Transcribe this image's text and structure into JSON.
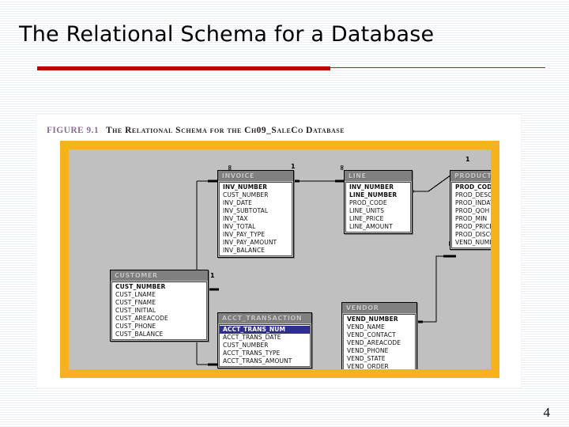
{
  "slide": {
    "title": "The Relational Schema for a Database",
    "page_number": "4",
    "accent_color": "#c00000"
  },
  "figure": {
    "caption_number": "FIGURE 9.1",
    "caption_text": "The Relational Schema for the Ch09_SaleCo Database",
    "frame_color": "#f5b11e",
    "canvas_color": "#c0c0c0"
  },
  "diagram": {
    "type": "relational-schema",
    "entities": [
      {
        "name": "CUSTOMER",
        "fields": [
          {
            "label": "CUST_NUMBER",
            "key": true,
            "selected": false
          },
          {
            "label": "CUST_LNAME",
            "key": false,
            "selected": false
          },
          {
            "label": "CUST_FNAME",
            "key": false,
            "selected": false
          },
          {
            "label": "CUST_INITIAL",
            "key": false,
            "selected": false
          },
          {
            "label": "CUST_AREACODE",
            "key": false,
            "selected": false
          },
          {
            "label": "CUST_PHONE",
            "key": false,
            "selected": false
          },
          {
            "label": "CUST_BALANCE",
            "key": false,
            "selected": false
          }
        ]
      },
      {
        "name": "INVOICE",
        "fields": [
          {
            "label": "INV_NUMBER",
            "key": true,
            "selected": false
          },
          {
            "label": "CUST_NUMBER",
            "key": false,
            "selected": false
          },
          {
            "label": "INV_DATE",
            "key": false,
            "selected": false
          },
          {
            "label": "INV_SUBTOTAL",
            "key": false,
            "selected": false
          },
          {
            "label": "INV_TAX",
            "key": false,
            "selected": false
          },
          {
            "label": "INV_TOTAL",
            "key": false,
            "selected": false
          },
          {
            "label": "INV_PAY_TYPE",
            "key": false,
            "selected": false
          },
          {
            "label": "INV_PAY_AMOUNT",
            "key": false,
            "selected": false
          },
          {
            "label": "INV_BALANCE",
            "key": false,
            "selected": false
          }
        ]
      },
      {
        "name": "LINE",
        "fields": [
          {
            "label": "INV_NUMBER",
            "key": true,
            "selected": false
          },
          {
            "label": "LINE_NUMBER",
            "key": true,
            "selected": false
          },
          {
            "label": "PROD_CODE",
            "key": false,
            "selected": false
          },
          {
            "label": "LINE_UNITS",
            "key": false,
            "selected": false
          },
          {
            "label": "LINE_PRICE",
            "key": false,
            "selected": false
          },
          {
            "label": "LINE_AMOUNT",
            "key": false,
            "selected": false
          }
        ]
      },
      {
        "name": "PRODUCT",
        "fields": [
          {
            "label": "PROD_CODE",
            "key": true,
            "selected": false
          },
          {
            "label": "PROD_DESCRIPT",
            "key": false,
            "selected": false
          },
          {
            "label": "PROD_INDATE",
            "key": false,
            "selected": false
          },
          {
            "label": "PROD_QOH",
            "key": false,
            "selected": false
          },
          {
            "label": "PROD_MIN",
            "key": false,
            "selected": false
          },
          {
            "label": "PROD_PRICE",
            "key": false,
            "selected": false
          },
          {
            "label": "PROD_DISCOUNT",
            "key": false,
            "selected": false
          },
          {
            "label": "VEND_NUMBER",
            "key": false,
            "selected": false
          }
        ]
      },
      {
        "name": "ACCT_TRANSACTION",
        "fields": [
          {
            "label": "ACCT_TRANS_NUM",
            "key": true,
            "selected": true
          },
          {
            "label": "ACCT_TRANS_DATE",
            "key": false,
            "selected": false
          },
          {
            "label": "CUST_NUMBER",
            "key": false,
            "selected": false
          },
          {
            "label": "ACCT_TRANS_TYPE",
            "key": false,
            "selected": false
          },
          {
            "label": "ACCT_TRANS_AMOUNT",
            "key": false,
            "selected": false
          }
        ]
      },
      {
        "name": "VENDOR",
        "fields": [
          {
            "label": "VEND_NUMBER",
            "key": true,
            "selected": false
          },
          {
            "label": "VEND_NAME",
            "key": false,
            "selected": false
          },
          {
            "label": "VEND_CONTACT",
            "key": false,
            "selected": false
          },
          {
            "label": "VEND_AREACODE",
            "key": false,
            "selected": false
          },
          {
            "label": "VEND_PHONE",
            "key": false,
            "selected": false
          },
          {
            "label": "VEND_STATE",
            "key": false,
            "selected": false
          },
          {
            "label": "VEND_ORDER",
            "key": false,
            "selected": false
          }
        ]
      }
    ],
    "relationships": [
      {
        "from": "CUSTOMER",
        "to": "INVOICE",
        "from_card": "1",
        "to_card": "∞"
      },
      {
        "from": "CUSTOMER",
        "to": "ACCT_TRANSACTION",
        "from_card": "1",
        "to_card": "∞"
      },
      {
        "from": "INVOICE",
        "to": "LINE",
        "from_card": "1",
        "to_card": "∞"
      },
      {
        "from": "PRODUCT",
        "to": "LINE",
        "from_card": "1",
        "to_card": "∞"
      },
      {
        "from": "VENDOR",
        "to": "PRODUCT",
        "from_card": "1",
        "to_card": "∞"
      }
    ],
    "cardinality_markers": [
      {
        "id": "invoice-many",
        "value": "∞"
      },
      {
        "id": "invoice-one",
        "value": "1"
      },
      {
        "id": "line-many",
        "value": "∞"
      },
      {
        "id": "line-product-many",
        "value": "∞"
      },
      {
        "id": "product-one",
        "value": "1"
      },
      {
        "id": "customer-one",
        "value": "1"
      },
      {
        "id": "acct-many",
        "value": "∞"
      },
      {
        "id": "product-vendor-many",
        "value": "∞"
      },
      {
        "id": "vendor-one",
        "value": "1"
      }
    ]
  }
}
